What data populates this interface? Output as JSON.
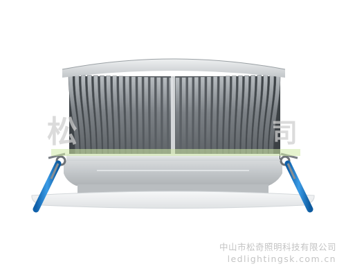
{
  "photo": {
    "subject": "led-downlight-side-view",
    "background_color": "#ffffff"
  },
  "watermark": {
    "brand_chars": [
      "松",
      "司"
    ],
    "company_line": "中山市松奇照明科技有限公司",
    "website": "ledlightingsk.com.cn",
    "colors": {
      "logo_gray": "#cfcfcf",
      "logo_green": "#cfe9a6"
    }
  },
  "colors": {
    "heatsink_fin": "#8a8f93",
    "housing": "#c9cdd0",
    "spring_blue": "#1f7fd0",
    "flange": "#e9ecef"
  }
}
